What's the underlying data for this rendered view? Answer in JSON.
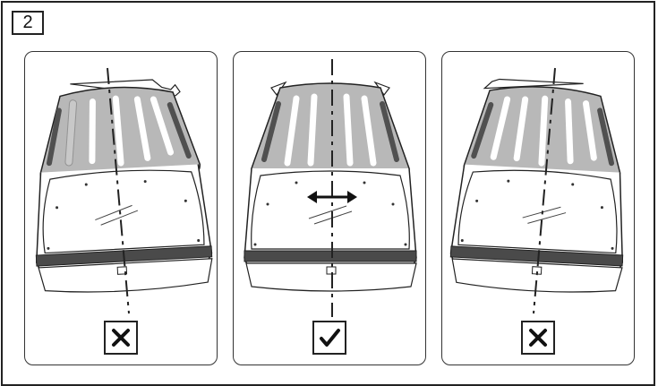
{
  "step": {
    "number": "2"
  },
  "panels": [
    {
      "id": "left",
      "result": "incorrect",
      "mark_icon": "cross-icon",
      "offset": "left"
    },
    {
      "id": "center",
      "result": "correct",
      "mark_icon": "check-icon",
      "offset": "centered",
      "indicator": "double-arrow-icon"
    },
    {
      "id": "right",
      "result": "incorrect",
      "mark_icon": "cross-icon",
      "offset": "right"
    }
  ],
  "colors": {
    "roof": "#b8b8b8",
    "rack_bar": "#505050",
    "line": "#222222",
    "bumper_strip": "#4a4a4a"
  }
}
